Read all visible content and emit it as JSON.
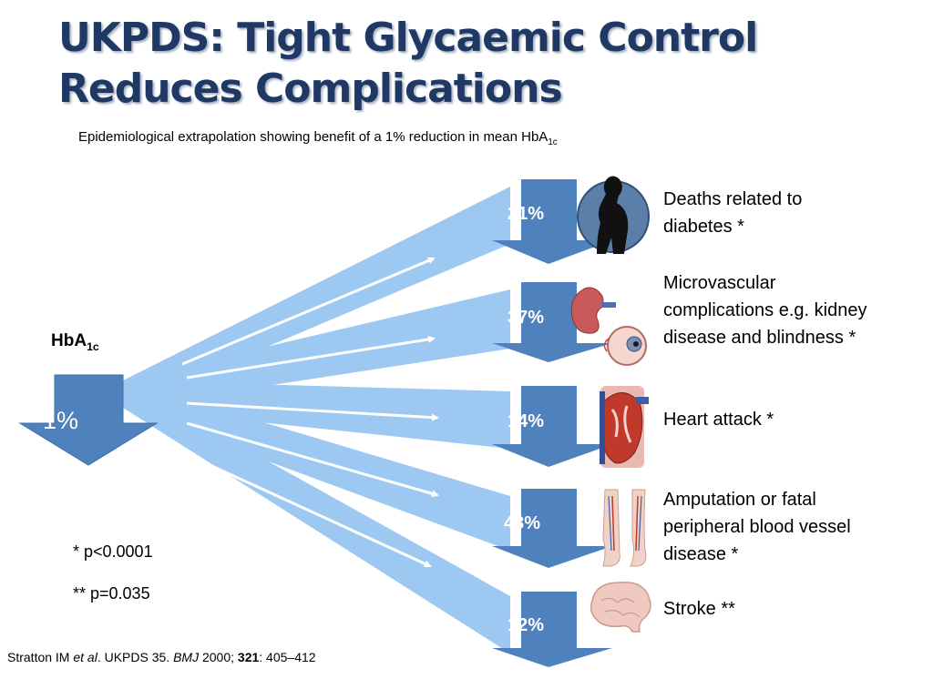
{
  "title": "UKPDS: Tight Glycaemic Control Reduces Complications",
  "subtitle": {
    "text": "Epidemiological extrapolation showing benefit of a 1% reduction in mean HbA",
    "subscript": "1c"
  },
  "source": {
    "label": "HbA",
    "label_subscript": "1c",
    "value": "1%"
  },
  "outcomes": [
    {
      "percent": "21%",
      "label": "Deaths related to diabetes *",
      "icon": "silhouette-person-icon"
    },
    {
      "percent": "37%",
      "label": "Microvascular complications e.g. kidney disease and blindness *",
      "icon": "kidney-and-eye-icon"
    },
    {
      "percent": "14%",
      "label": "Heart attack *",
      "icon": "heart-icon"
    },
    {
      "percent": "43%",
      "label": "Amputation or fatal peripheral blood vessel disease *",
      "icon": "legs-icon"
    },
    {
      "percent": "12%",
      "label": "Stroke **",
      "icon": "brain-icon"
    }
  ],
  "notes": {
    "p1": "* p<0.0001",
    "p2": "** p=0.035"
  },
  "citation": {
    "authors": "Stratton IM ",
    "etal": "et al",
    "study": ". UKPDS 35. ",
    "journal": "BMJ",
    "year": " 2000; ",
    "volume": "321",
    "pages": ": 405–412"
  },
  "colors": {
    "title": "#1f3864",
    "beam": "#9cc8f2",
    "arrow": "#4f81bd",
    "arrow_highlight": "#6d9bd0",
    "accent_arrow": "#ffffff"
  }
}
